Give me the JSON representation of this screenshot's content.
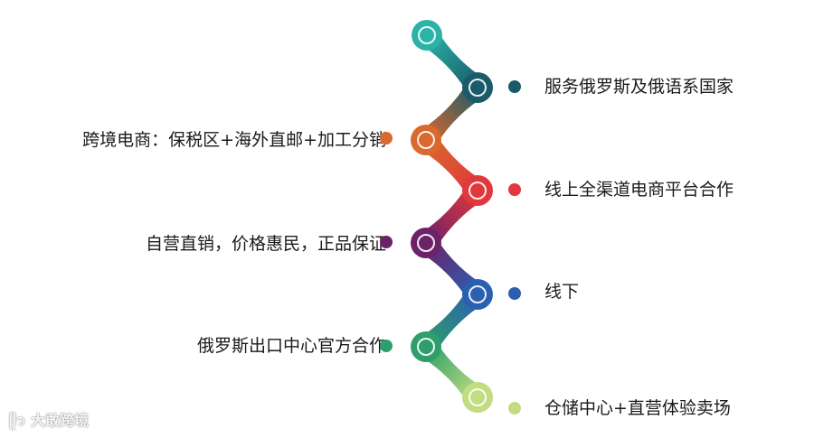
{
  "items": [
    {
      "label": "",
      "side": "none",
      "color": "#2bb3a7"
    },
    {
      "label": "服务俄罗斯及俄语系国家",
      "side": "right",
      "color": "#1a5a69"
    },
    {
      "label": "跨境电商：保税区+海外直邮+加工分销",
      "side": "left",
      "color": "#d9692e"
    },
    {
      "label": "线上全渠道电商平台合作",
      "side": "right",
      "color": "#e0383c"
    },
    {
      "label": "自营直销，价格惠民，正品保证",
      "side": "left",
      "color": "#6b2269"
    },
    {
      "label": "线下",
      "side": "right",
      "color": "#2b5fb0"
    },
    {
      "label": "俄罗斯出口中心官方合作",
      "side": "left",
      "color": "#2e9f6a"
    },
    {
      "label": "仓储中心+直营体验卖场",
      "side": "right",
      "color": "#c2dc82"
    }
  ],
  "watermark": {
    "text": "大敢跨境"
  }
}
